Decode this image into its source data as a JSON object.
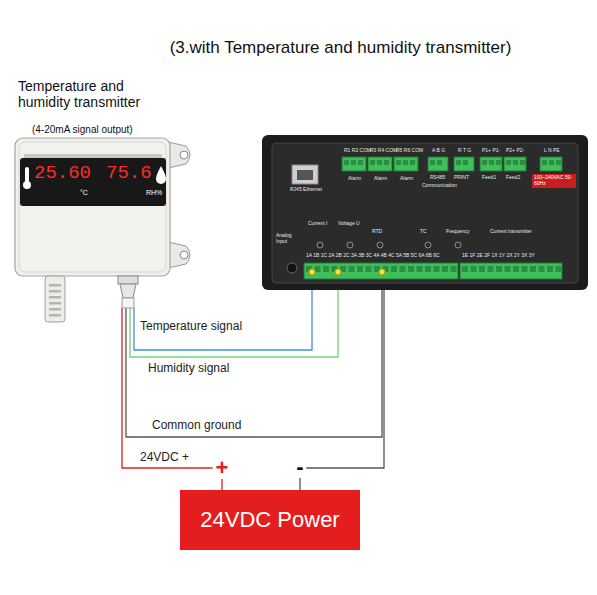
{
  "diagram": {
    "title": "(3.with Temperature and humidity transmitter)",
    "nodes": [
      {
        "text": [
          "Temperature and humidity transmitter",
          "(4-20mA signal output)"
        ]
      },
      {
        "text": [
          "RJ45 Ethernet",
          "R1 R2 COM",
          "R3 R4 COM",
          "R5 R6 COM",
          "Alarm",
          "Alarm",
          "Alarm",
          "A B G",
          "RS485",
          "Communication",
          "R T G",
          "PRINT",
          "P1+ P1-",
          "Feed1",
          "P2+ P2-",
          "Feed2",
          "100~240VAC 50-60Hz",
          "L N PE",
          "Analog Input",
          "Current I",
          "Voltage U",
          "RTD",
          "TC",
          "Frequency",
          "Current transmitter",
          "1A 1B 1C 2A 2B 2C 3A 3B 3C 4A 4B 4C 5A 5B 5C 6A 6B 6C",
          "1E 1F 2E 2F 1X 1Y 2X 2Y 3X 3Y"
        ]
      },
      {
        "text": [
          "24VDC Power"
        ]
      }
    ],
    "edges": [
      {
        "from": 0,
        "to": 1,
        "label": "Temperature signal",
        "arrow": "none"
      },
      {
        "from": 0,
        "to": 1,
        "label": "Humidity signal",
        "arrow": "none"
      },
      {
        "from": 0,
        "to": 1,
        "label": "Common ground",
        "arrow": "none"
      },
      {
        "from": 2,
        "to": 0,
        "label": "24VDC +",
        "arrow": "none"
      },
      {
        "from": 2,
        "to": 1,
        "arrow": "none"
      }
    ],
    "labels": [
      "25.60",
      "75.6",
      "°C",
      "RH%",
      "+",
      "-"
    ]
  }
}
